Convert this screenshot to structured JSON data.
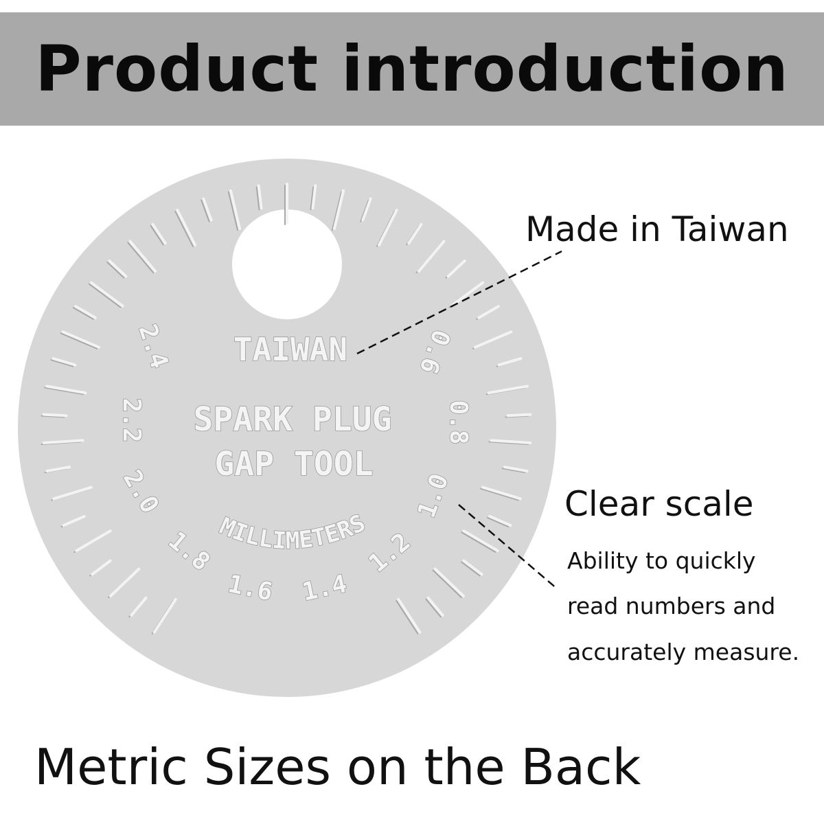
{
  "banner": {
    "title": "Product introduction"
  },
  "gauge": {
    "country_stamp": "TAIWAN",
    "name_line1": "SPARK PLUG",
    "name_line2": "GAP TOOL",
    "unit_arc": "MILLIMETERS",
    "scale_labels": [
      "2.4",
      "2.2",
      "2.0",
      "1.8",
      "1.6",
      "1.4",
      "1.2",
      "1.0",
      "0.8",
      "0.6"
    ],
    "colors": {
      "disc": "#d7d7d7",
      "rim": "#d2d2d2",
      "engrave": "#f4f4f4",
      "shadow": "#9a9a9a"
    }
  },
  "callouts": {
    "made_in": "Made in Taiwan",
    "clear_scale": "Clear scale",
    "desc_line1": "Ability to quickly",
    "desc_line2": "read numbers and",
    "desc_line3": "accurately measure."
  },
  "caption": "Metric Sizes on the Back"
}
